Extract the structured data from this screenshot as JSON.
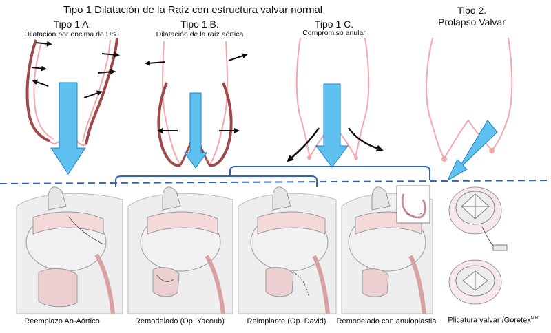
{
  "title": "Tipo 1 Dilatación de la Raíz con estructura valvar normal",
  "types": [
    {
      "heading": "Tipo 1 A.",
      "sub": "Dilatación por encima de UST"
    },
    {
      "heading": "Tipo 1 B.",
      "sub": "Dilatación de la raíz aórtica"
    },
    {
      "heading": "Tipo 1 C.",
      "sub": "Compromiso anular"
    },
    {
      "heading": "Tipo 2.",
      "sub": "Prolapso Valvar"
    }
  ],
  "captions": [
    "Reemplazo Ao-Aórtico",
    "Remodelado (Op. Yacoub)",
    "Reimplante (Op. David)",
    "Remodelado con anuloplastia"
  ],
  "last_caption": {
    "text": "Plicatura valvar /Goretex",
    "sup": "MR"
  },
  "colors": {
    "aorta_pink": "#f4a6ad",
    "aorta_dilated": "#a0474a",
    "flow_arrow": "#5ec1f0",
    "flow_arrow_edge": "#1f7fc4",
    "divider": "#2e63b8",
    "bracket": "#2e63b8"
  }
}
